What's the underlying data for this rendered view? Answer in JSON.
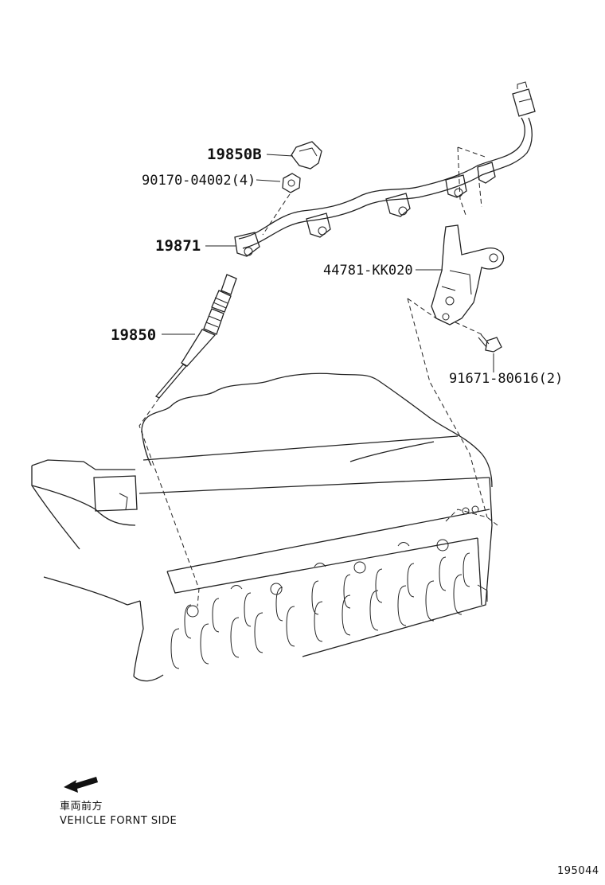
{
  "parts": {
    "p1": "19850B",
    "p2": "90170-04002(4)",
    "p3": "19871",
    "p4": "44781-KK020",
    "p5": "19850",
    "p6": "91671-80616(2)"
  },
  "direction": {
    "label_jp": "車両前方",
    "label_en": "VEHICLE FORNT SIDE",
    "icon": "arrow-left-icon"
  },
  "figure_id": "195044"
}
